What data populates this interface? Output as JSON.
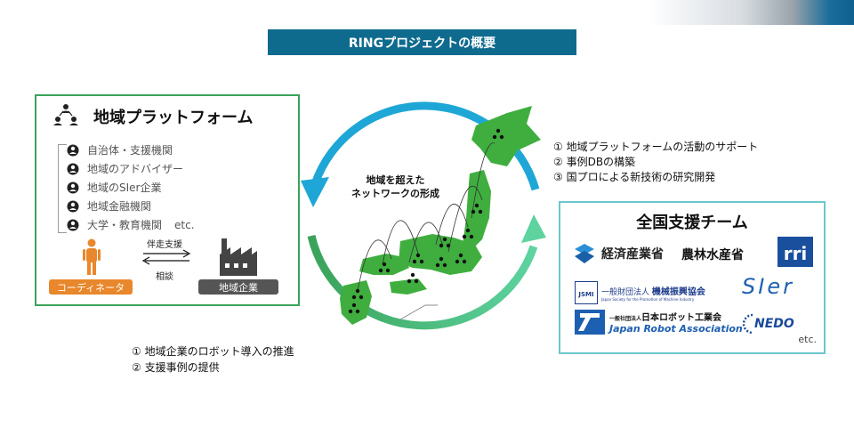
{
  "title": "RINGプロジェクトの概要",
  "regional_platform": {
    "title": "地域プラットフォーム",
    "members": [
      "自治体・支援機関",
      "地域のアドバイザー",
      "地域のSIer企業",
      "地域金融機関",
      "大学・教育機関"
    ],
    "members_etc": "etc.",
    "coordinator_label": "コーディネータ",
    "company_label": "地域企業",
    "arrow_top_label": "伴走支援",
    "arrow_bottom_label": "相談"
  },
  "network_label": "地域を超えた\nネットワークの形成",
  "support_items": [
    "①  地域プラットフォームの活動のサポート",
    "②  事例DBの構築",
    "③  国プロによる新技術の研究開発"
  ],
  "regional_items": [
    "①  地域企業のロボット導入の推進",
    "②  支援事例の提供"
  ],
  "national_team": {
    "title": "全国支援チーム",
    "logos": {
      "meti": "経済産業省",
      "maff": "農林水産省",
      "ri_mark": "rri",
      "jsmi_mark": "JSMI",
      "jsmi_name_prefix": "一般財団法人",
      "jsmi_name": "機械振興協会",
      "jsmi_sub": "Japan Society for the Promotion of Machine Industry",
      "sier": "SIer",
      "jara_prefix": "一般社団法人",
      "jara_name": "日本ロボット工業会",
      "jara_en": "Japan Robot Association",
      "nedo": "NEDO"
    },
    "etc": "etc."
  },
  "colors": {
    "title_bar": "#0e6b8e",
    "platform_border": "#3aa35a",
    "team_border": "#6cc7cd",
    "coordinator": "#e8872b",
    "company": "#555555",
    "map_green": "#3fae3f",
    "arrow_blue": "#1ea7d6",
    "arrow_green": "#3db37a"
  }
}
